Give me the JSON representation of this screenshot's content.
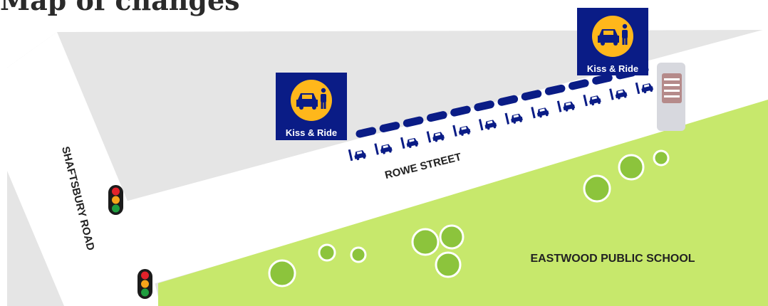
{
  "page_title": "Map of changes",
  "streets": {
    "rowe": "ROWE STREET",
    "shaftsbury": "SHAFTSBURY ROAD"
  },
  "places": {
    "school": "EASTWOOD PUBLIC SCHOOL"
  },
  "signs": [
    {
      "label": "Kiss & Ride",
      "icon": "car-and-person-icon"
    },
    {
      "label": "Kiss & Ride",
      "icon": "car-and-person-icon"
    }
  ],
  "parking_bays": {
    "count": 12,
    "icon": "car-icon"
  },
  "colors": {
    "background_block": "#e5e5e5",
    "road": "#ffffff",
    "school_grounds": "#c7e86c",
    "trees": "#8cc43c",
    "sign_background": "#0a1c86",
    "sign_circle": "#ffb71b",
    "zone_line": "#0a1c86",
    "crossing": "#b58a8a"
  }
}
